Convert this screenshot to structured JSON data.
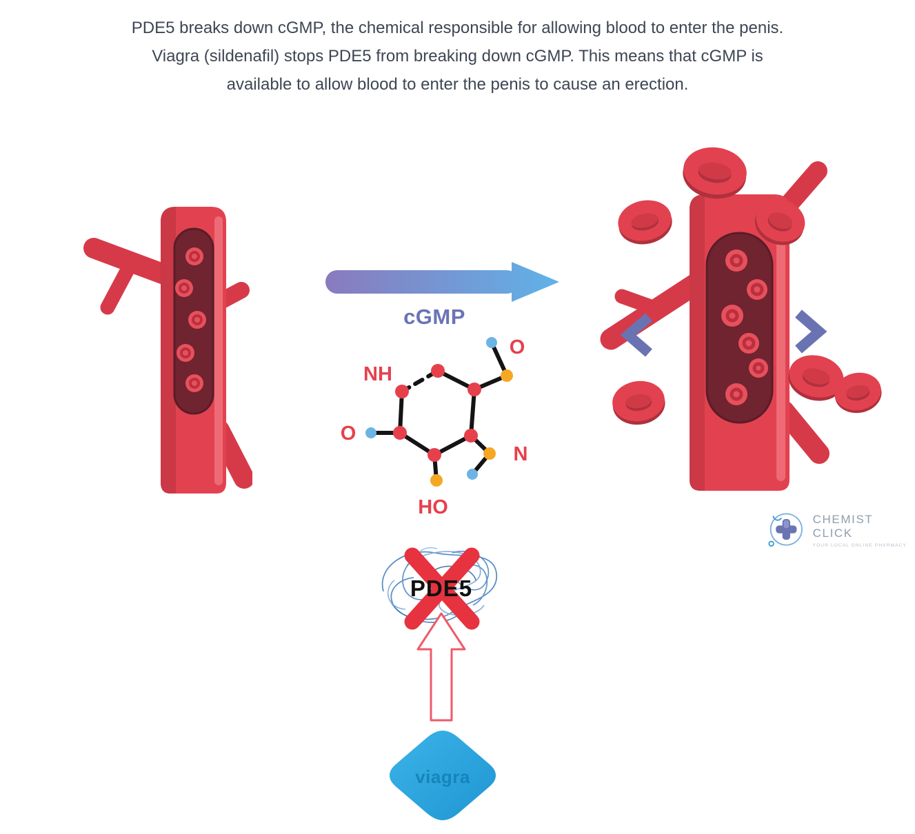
{
  "header": {
    "line1": "PDE5 breaks down cGMP, the chemical responsible for allowing blood to enter the penis.",
    "line2": "Viagra (sildenafil) stops PDE5 from breaking down cGMP. This means that cGMP is",
    "line3": "available to allow blood to enter the penis to cause an erection."
  },
  "labels": {
    "cgmp": "cGMP",
    "pde5": "PDE5",
    "viagra": "viagra"
  },
  "molecule": {
    "nh": "NH",
    "o_top": "O",
    "o_left": "O",
    "n": "N",
    "ho": "HO"
  },
  "logo": {
    "name": "CHEMIST CLICK",
    "tagline": "YOUR LOCAL ONLINE PHARMACY"
  },
  "icons": {
    "chevron_left": "expand-left-chevron",
    "chevron_right": "expand-right-chevron",
    "logo_mark": "pharmacy-cross-icon"
  },
  "colors": {
    "text": "#3d4654",
    "vessel_red": "#e2424f",
    "vessel_branch_red": "#d63a48",
    "vessel_lumen": "#6f2430",
    "cell_red": "#e8505c",
    "cell_ring": "#b93040",
    "accent_red": "#e6404d",
    "atom_orange": "#f6a723",
    "atom_blue": "#6cb4e4",
    "bond_black": "#141414",
    "arrow_purple": "#8a7abd",
    "arrow_blue": "#60b2e8",
    "cgmp_label": "#6a74b6",
    "chevron_purple": "#6a73b2",
    "scribble_blue": "#5d8fc4",
    "x_red": "#e6333f",
    "pill_blue": "#29a7e0"
  }
}
